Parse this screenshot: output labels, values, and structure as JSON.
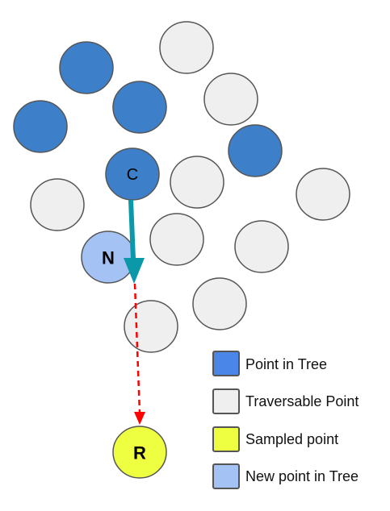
{
  "colors": {
    "tree": "#3d80c9",
    "traversable": "#efefef",
    "sampled": "#eeff41",
    "new": "#a4c2f4",
    "stroke": "#555555",
    "legend_tree": "#4a86e8",
    "step_arrow": "#0b98a8",
    "sample_line": "#ff0000"
  },
  "nodes": {
    "current": {
      "label": "C"
    },
    "new_point": {
      "label": "N"
    },
    "sample": {
      "label": "R"
    }
  },
  "legend": {
    "items": [
      {
        "label": "Point in Tree"
      },
      {
        "label": "Traversable Point"
      },
      {
        "label": "Sampled point"
      },
      {
        "label": "New point in Tree"
      }
    ]
  }
}
